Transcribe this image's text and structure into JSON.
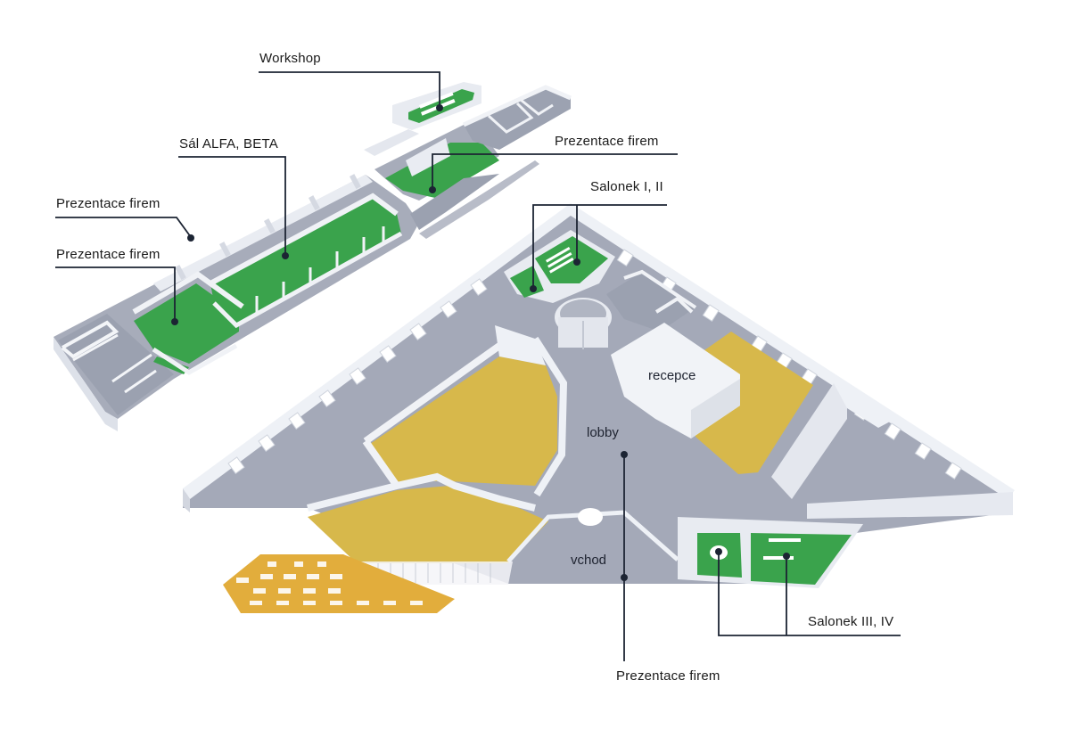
{
  "labels": {
    "workshop": "Workshop",
    "sal_alfa_beta": "Sál ALFA, BETA",
    "prezentace_top_right": "Prezentace firem",
    "salonek_1_2": "Salonek I, II",
    "prezentace_left_1": "Prezentace firem",
    "prezentace_left_2": "Prezentace firem",
    "recepce": "recepce",
    "lobby": "lobby",
    "vchod": "vchod",
    "salonek_3_4": "Salonek III, IV",
    "prezentace_bottom": "Prezentace firem"
  },
  "colors": {
    "floor": "#a3a8b6",
    "floor_dark": "#8f95a4",
    "wall": "#eef1f6",
    "wall_shadow": "#cfd4de",
    "green": "#37a44a",
    "yellow": "#d8b84a",
    "orange": "#e2ae3c",
    "leader": "#1c2433"
  }
}
